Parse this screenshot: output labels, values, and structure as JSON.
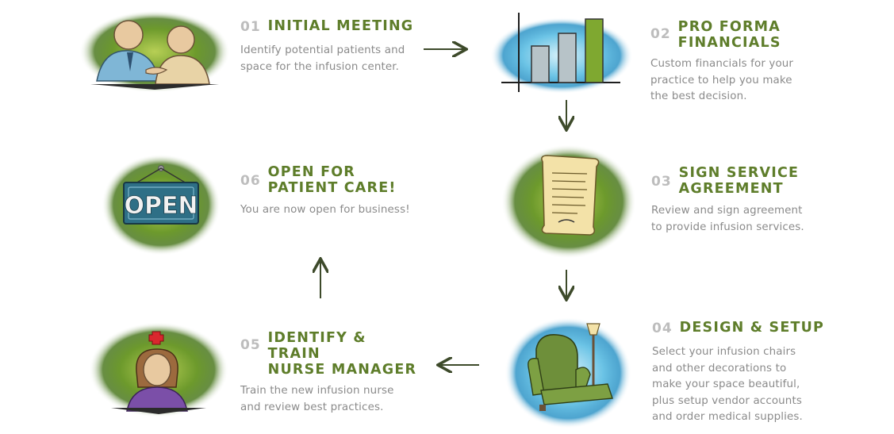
{
  "colors": {
    "accent_green": "#5e7d2a",
    "number_grey": "#bdbdbd",
    "text_grey": "#8a8a8a",
    "arrow": "#3d4a2a"
  },
  "steps": [
    {
      "num": "01",
      "title": "INITIAL MEETING",
      "desc": "Identify potential patients and\nspace for the infusion center.",
      "icon": "handshake-icon"
    },
    {
      "num": "02",
      "title": "PRO FORMA\nFINANCIALS",
      "desc": "Custom financials for your\npractice to help you make\nthe best decision.",
      "icon": "bar-chart-icon"
    },
    {
      "num": "03",
      "title": "SIGN SERVICE\nAGREEMENT",
      "desc": "Review and sign agreement\nto provide infusion services.",
      "icon": "scroll-icon"
    },
    {
      "num": "04",
      "title": "DESIGN & SETUP",
      "desc": "Select your infusion chairs\nand other decorations to\nmake your space beautiful,\nplus setup vendor accounts\nand order medical supplies.",
      "icon": "recliner-chair-icon"
    },
    {
      "num": "05",
      "title": "IDENTIFY & TRAIN\nNURSE MANAGER",
      "desc": "Train the new infusion nurse\nand review best practices.",
      "icon": "nurse-icon"
    },
    {
      "num": "06",
      "title": "OPEN FOR\nPATIENT CARE!",
      "desc": "You are now open for business!",
      "icon": "open-sign-icon",
      "sign_text": "OPEN"
    }
  ]
}
